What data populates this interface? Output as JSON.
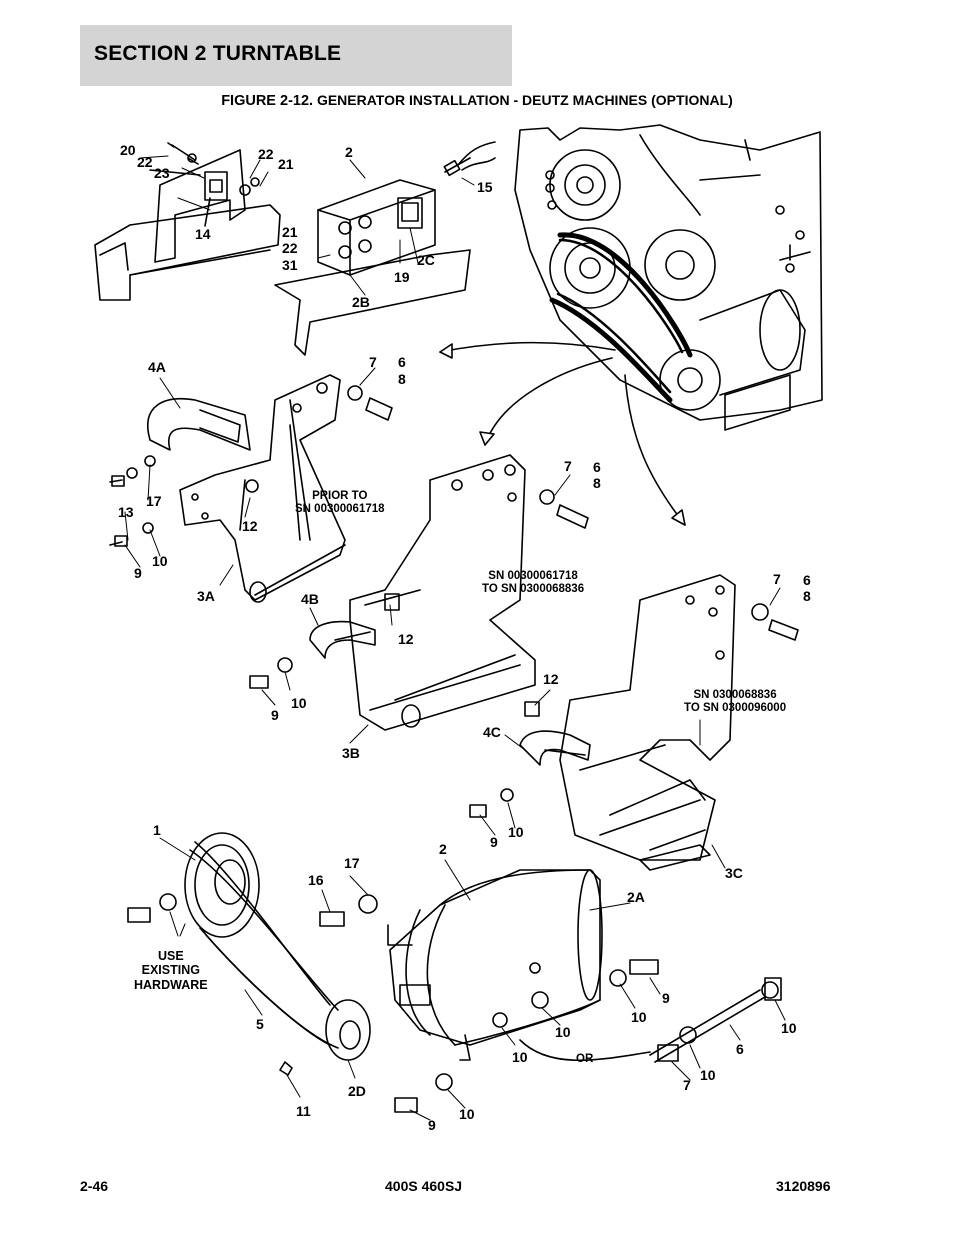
{
  "header": {
    "section": "SECTION 2   TURNTABLE"
  },
  "figure": {
    "number": "FIGURE 2-12.",
    "title": " GENERATOR INSTALLATION - DEUTZ MACHINES (OPTIONAL)"
  },
  "callouts": {
    "c20": "20",
    "c22a": "22",
    "c23": "23",
    "c22b": "22",
    "c21a": "21",
    "c14": "14",
    "c2top": "2",
    "c15": "15",
    "c21b": "21",
    "c22c": "22",
    "c31": "31",
    "c2c": "2C",
    "c19": "19",
    "c2b": "2B",
    "c4a": "4A",
    "c7a": "7",
    "c6a": "6",
    "c8a": "8",
    "c17a": "17",
    "c13": "13",
    "c12a": "12",
    "c10a": "10",
    "c9a": "9",
    "c3a": "3A",
    "c7b": "7",
    "c6b": "6",
    "c8b": "8",
    "c4b": "4B",
    "c12b": "12",
    "c9b": "9",
    "c10b": "10",
    "c3b": "3B",
    "c7c": "7",
    "c6c": "6",
    "c8c": "8",
    "c12c": "12",
    "c4c": "4C",
    "c9c": "9",
    "c10c": "10",
    "c3c": "3C",
    "c1": "1",
    "c17b": "17",
    "c16": "16",
    "c2mid": "2",
    "c2a": "2A",
    "c9d": "9",
    "c10d": "10",
    "c10e": "10",
    "c10f": "10",
    "c5": "5",
    "c6d": "6",
    "c10g": "10",
    "c7d": "7",
    "c10h": "10",
    "c2d": "2D",
    "c11": "11",
    "c10i": "10",
    "c9e": "9"
  },
  "notes": {
    "prior": [
      "PRIOR TO",
      "SN 00300061718"
    ],
    "sn_b": [
      "SN 00300061718",
      "TO SN 0300068836"
    ],
    "sn_c": [
      "SN 0300068836",
      "TO SN 0300096000"
    ],
    "use_existing": [
      "USE",
      "EXISTING",
      "HARDWARE"
    ],
    "or": "OR"
  },
  "footer": {
    "page": "2-46",
    "model": "400S 460SJ",
    "doc": "3120896"
  }
}
